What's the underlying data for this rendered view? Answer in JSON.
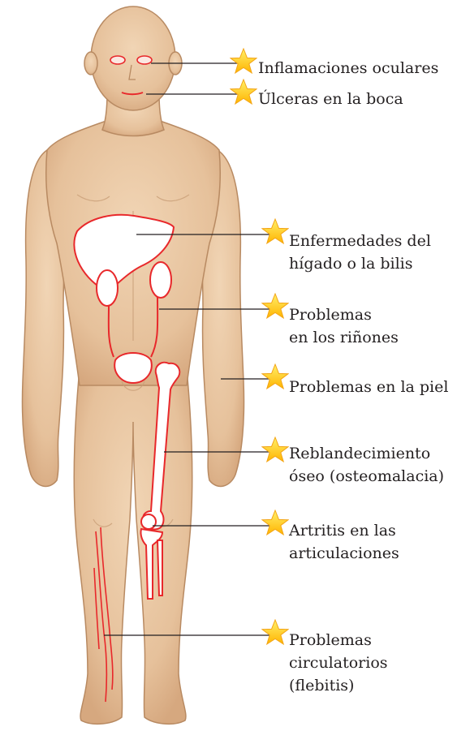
{
  "colors": {
    "skin": "#e9c9a6",
    "skin_shadow": "#c99f78",
    "skin_outline": "#b88a62",
    "organ_outline": "#e8282b",
    "organ_fill": "#ffffff",
    "leader_line": "#231f20",
    "star_fill": "#ffd21a",
    "star_edge": "#f3a516",
    "text": "#231f20"
  },
  "annotations": [
    {
      "id": "eyes",
      "lines": [
        "Inflamaciones oculares"
      ],
      "icon": "star-icon",
      "target": "eyes"
    },
    {
      "id": "mouth",
      "lines": [
        "Úlceras en la boca"
      ],
      "icon": "star-icon",
      "target": "mouth"
    },
    {
      "id": "liver",
      "lines": [
        "Enfermedades del",
        "hígado o la bilis"
      ],
      "icon": "star-icon",
      "target": "liver"
    },
    {
      "id": "kidneys",
      "lines": [
        "Problemas",
        "en los riñones"
      ],
      "icon": "star-icon",
      "target": "kidneys"
    },
    {
      "id": "skin",
      "lines": [
        "Problemas en la piel"
      ],
      "icon": "star-icon",
      "target": "skin"
    },
    {
      "id": "bone",
      "lines": [
        "Reblandecimiento",
        "óseo (osteomalacia)"
      ],
      "icon": "star-icon",
      "target": "femur"
    },
    {
      "id": "joints",
      "lines": [
        "Artritis en las",
        "articulaciones"
      ],
      "icon": "star-icon",
      "target": "knee"
    },
    {
      "id": "veins",
      "lines": [
        "Problemas",
        "circulatorios",
        "(flebitis)"
      ],
      "icon": "star-icon",
      "target": "leg-veins"
    }
  ]
}
